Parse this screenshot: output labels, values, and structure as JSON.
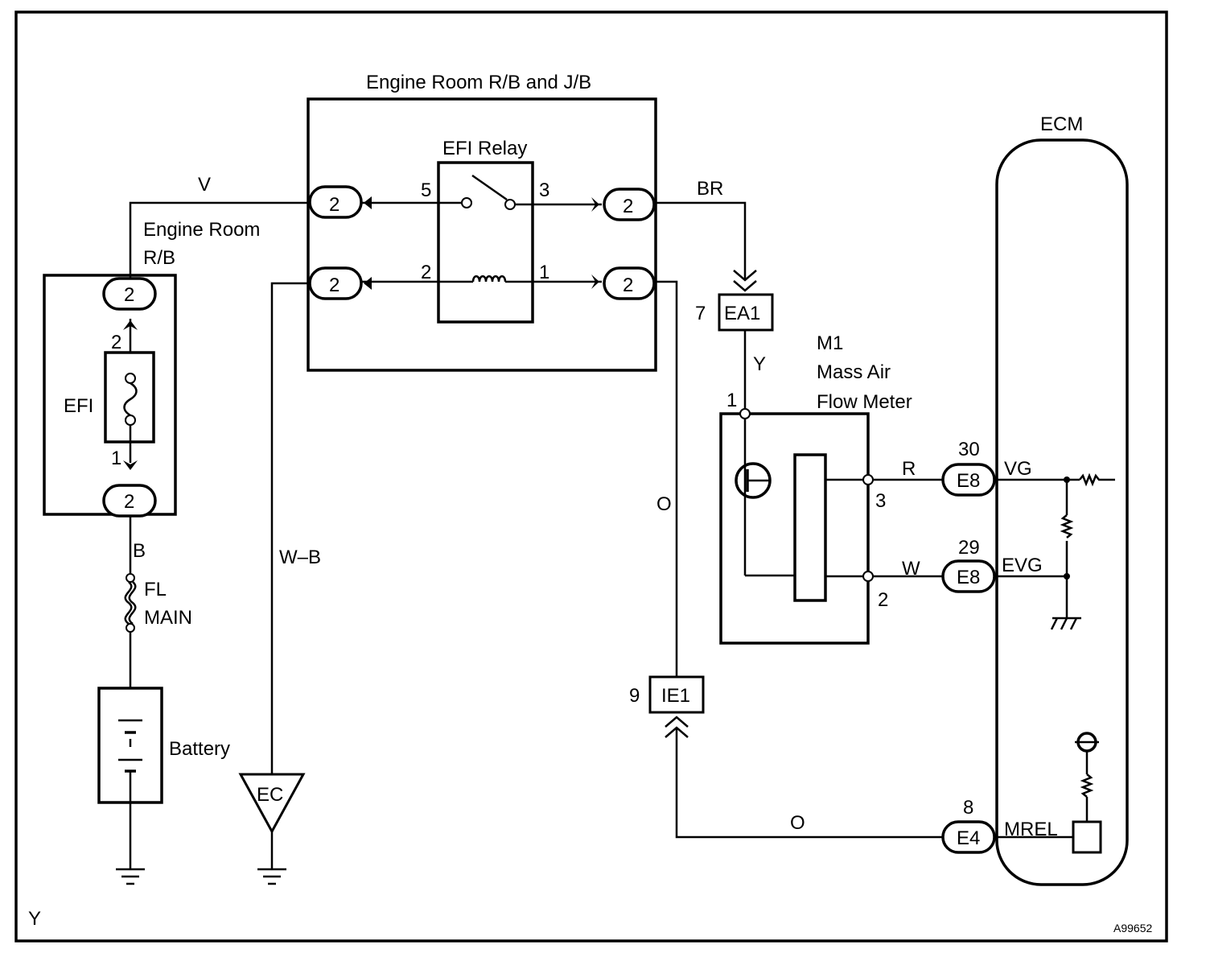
{
  "labels": {
    "engine_room_rb_jb": "Engine Room R/B and J/B",
    "efi_relay": "EFI Relay",
    "engine_room_rb": "Engine Room",
    "engine_room_rb_2": "R/B",
    "efi_fuse": "EFI",
    "fl_main_1": "FL",
    "fl_main_2": "MAIN",
    "battery": "Battery",
    "ecm": "ECM",
    "m1": "M1",
    "mass_air": "Mass Air",
    "flow_meter": "Flow Meter",
    "ground_ec": "EC",
    "corner_y": "Y",
    "figure_id": "A99652"
  },
  "wire_colors": {
    "v": "V",
    "br": "BR",
    "y": "Y",
    "b": "B",
    "wb": "W–B",
    "o1": "O",
    "o2": "O",
    "r": "R",
    "w": "W"
  },
  "connectors": {
    "rb_top": "2",
    "rb_bottom": "2",
    "jb_l1": "2",
    "jb_l2": "2",
    "jb_r1": "2",
    "jb_r2": "2",
    "ea1": "EA1",
    "ie1": "IE1",
    "e8_vg": "E8",
    "e8_evg": "E8",
    "e4": "E4"
  },
  "pins": {
    "relay_5": "5",
    "relay_3": "3",
    "relay_2": "2",
    "relay_1": "1",
    "fuse_2": "2",
    "fuse_1": "1",
    "ea1_pin": "7",
    "ie1_pin": "9",
    "maf_1": "1",
    "maf_3": "3",
    "maf_2": "2",
    "ecm_30": "30",
    "ecm_29": "29",
    "ecm_8": "8"
  },
  "ecm_terminals": {
    "vg": "VG",
    "evg": "EVG",
    "mrel": "MREL"
  }
}
